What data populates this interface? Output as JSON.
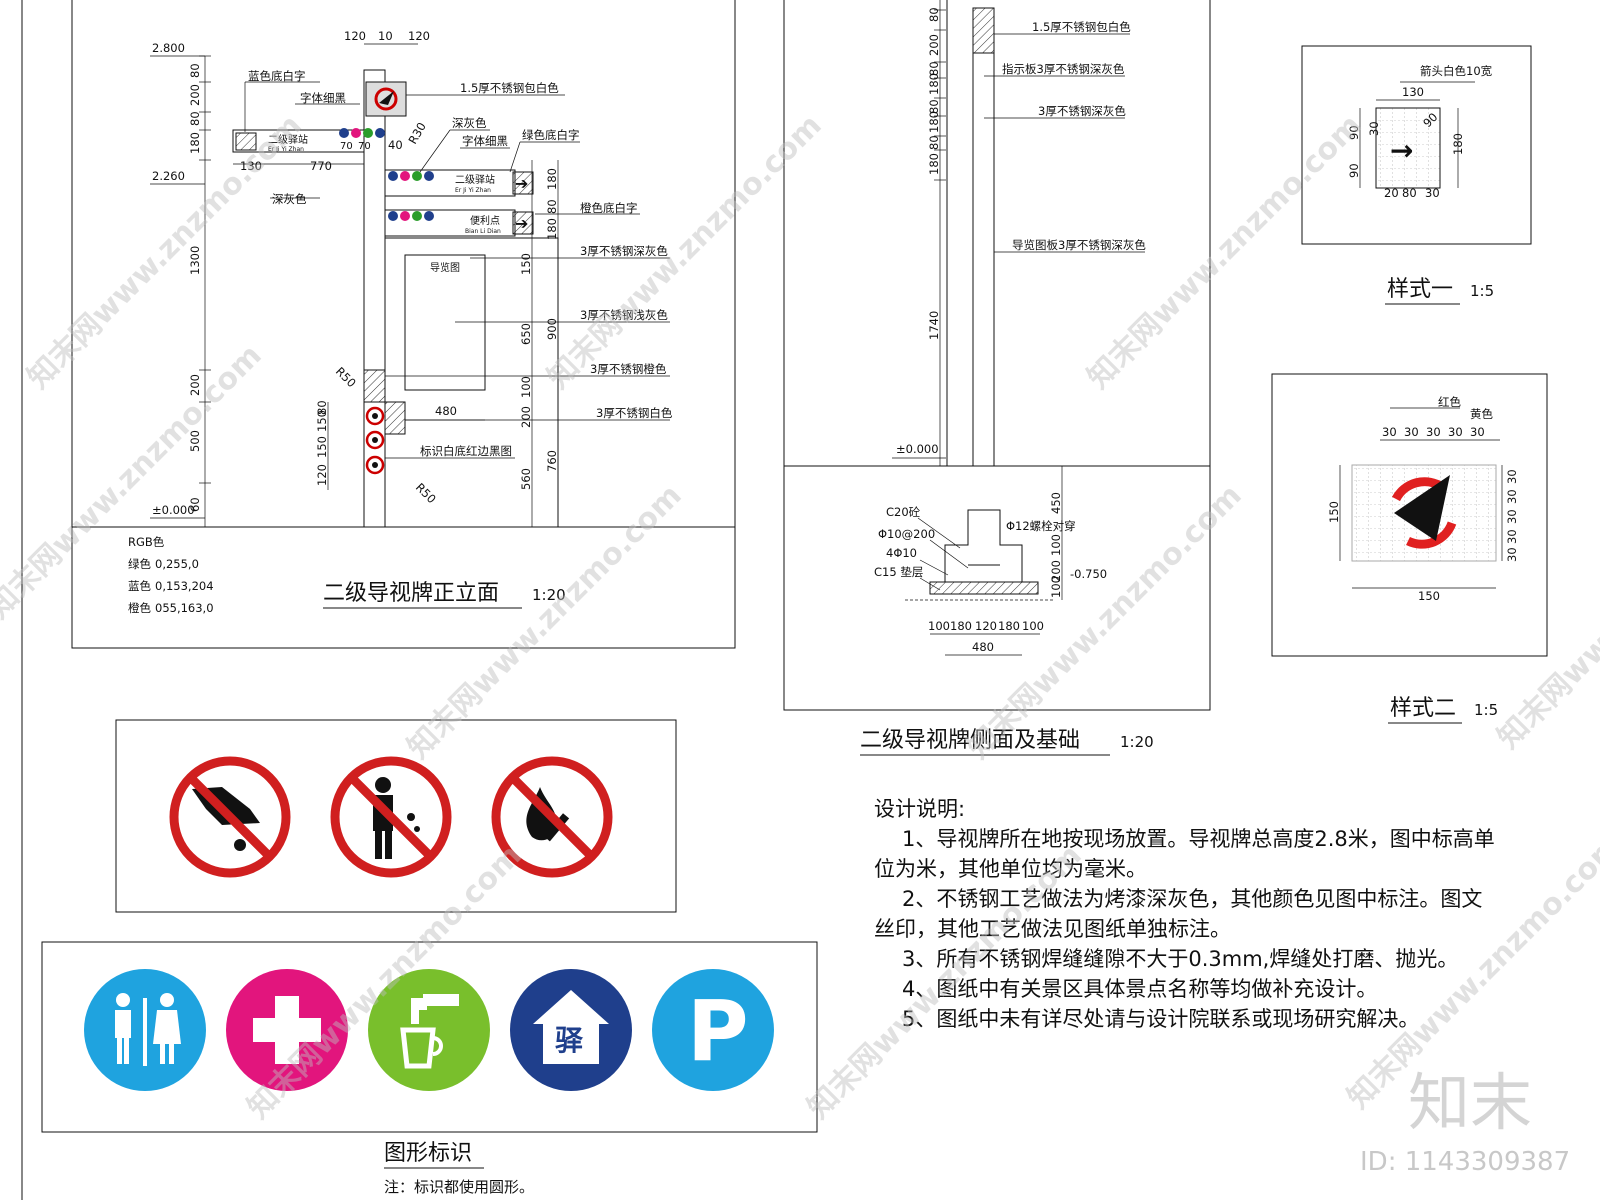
{
  "front_view": {
    "title": "二级导视牌正立面",
    "scale": "1:20",
    "top_dims": [
      "120",
      "10",
      "120"
    ],
    "elevations": [
      "2.800",
      "2.260",
      "±0.000"
    ],
    "left_dims": [
      "80",
      "200",
      "80",
      "180",
      "1300",
      "200",
      "500",
      "60"
    ],
    "callouts": {
      "blue_white": "蓝色底白字",
      "font_fine_black": "字体细黑",
      "stainless_white": "1.5厚不锈钢包白色",
      "dark_gray_1": "深灰色",
      "font_fine_black_2": "字体细黑",
      "green_white": "绿色底白字",
      "dark_gray_2": "深灰色",
      "orange_white": "橙色底白字",
      "ss_dark_gray": "3厚不锈钢深灰色",
      "ss_light_gray": "3厚不锈钢浅灰色",
      "ss_orange": "3厚不锈钢橙色",
      "ss_white": "3厚不锈钢白色",
      "sign_red_border": "标识白底红边黑图"
    },
    "sign1": {
      "name": "二级驿站",
      "sub": "Er Ji Yi Zhan"
    },
    "sign2": {
      "name": "二级驿站",
      "sub": "Er Ji Yi Zhan"
    },
    "sign3": {
      "name": "便利点",
      "sub": "Bian Li Dian"
    },
    "panel_label": "导览图",
    "dims_misc": [
      "130",
      "770",
      "70",
      "70",
      "40",
      "R30",
      "R50",
      "R50",
      "480",
      "120",
      "150",
      "150",
      "80"
    ],
    "right_dims": [
      "180",
      "80",
      "180",
      "150",
      "650",
      "900",
      "100",
      "200",
      "560",
      "760"
    ],
    "rgb_title": "RGB色",
    "rgb": [
      {
        "name": "绿色",
        "value": "0,255,0"
      },
      {
        "name": "蓝色",
        "value": "0,153,204"
      },
      {
        "name": "橙色",
        "value": "055,163,0"
      }
    ]
  },
  "side_view": {
    "title": "二级导视牌侧面及基础",
    "scale": "1:20",
    "callouts": [
      "1.5厚不锈钢包白色",
      "指示板3厚不锈钢深灰色",
      "3厚不锈钢深灰色",
      "导览图板3厚不锈钢深灰色"
    ],
    "left_dims": [
      "80",
      "200",
      "80",
      "180",
      "80",
      "180",
      "80",
      "180",
      "1740"
    ],
    "ground": "±0.000",
    "foundation": [
      "C20砼",
      "Φ10@200",
      "4Φ10",
      "C15 垫层",
      "Φ12螺栓对穿",
      "-0.750"
    ],
    "right_dims": [
      "450",
      "100",
      "200",
      "100"
    ],
    "bottom_dims": [
      "100",
      "180",
      "120",
      "180",
      "100"
    ],
    "total": "480"
  },
  "style1": {
    "title": "样式一",
    "scale": "1:5",
    "callout": "箭头白色10宽",
    "dims": [
      "130",
      "90",
      "90",
      "30",
      "180",
      "20",
      "80",
      "30",
      "90"
    ]
  },
  "style2": {
    "title": "样式二",
    "scale": "1:5",
    "callouts": [
      "红色",
      "黄色"
    ],
    "top_dims": [
      "30",
      "30",
      "30",
      "30",
      "30"
    ],
    "right_dims": [
      "30",
      "30",
      "30",
      "30",
      "30"
    ],
    "height": "150",
    "width": "150"
  },
  "prohibition_signs": [
    "no-trampling-icon",
    "no-littering-icon",
    "no-fire-icon"
  ],
  "graphic_signs": {
    "title": "图形标识",
    "note": "注：标识都使用圆形。",
    "station_char": "驿",
    "parking_char": "P",
    "colors": {
      "restroom": "#1fa3df",
      "firstaid": "#e2157d",
      "water": "#79bf2c",
      "station": "#1f3f8c",
      "parking": "#1fa3df"
    }
  },
  "design_notes": {
    "title": "设计说明:",
    "lines": [
      "1、导视牌所在地按现场放置。导视牌总高度2.8米，图中标高单",
      "位为米，其他单位均为毫米。",
      "2、不锈钢工艺做法为烤漆深灰色，其他颜色见图中标注。图文",
      "丝印，其他工艺做法见图纸单独标注。",
      "3、所有不锈钢焊缝缝隙不大于0.3mm,焊缝处打磨、抛光。",
      "4、图纸中有关景区具体景点名称等均做补充设计。",
      "5、图纸中未有详尽处请与设计院联系或现场研究解决。"
    ]
  },
  "brand": {
    "logo": "知末",
    "id": "ID: 1143309387"
  },
  "watermark": "知末网www.znzmo.com"
}
